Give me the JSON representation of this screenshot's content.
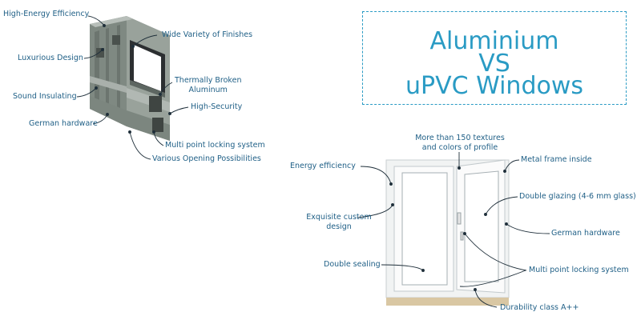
{
  "title": {
    "line1": "Aluminium",
    "line2": "VS",
    "line3": "uPVC Windows"
  },
  "aluminium_labels": {
    "high_energy": "High-Energy Efficiency",
    "finishes": "Wide Variety of Finishes",
    "luxurious": "Luxurious Design",
    "thermally_1": "Thermally Broken",
    "thermally_2": "Aluminum",
    "sound": "Sound Insulating",
    "security": "High-Security",
    "german": "German hardware",
    "multipoint": "Multi point locking system",
    "opening": "Various Opening Possibilities"
  },
  "upvc_labels": {
    "textures_1": "More than 150 textures",
    "textures_2": "and colors of profile",
    "energy": "Energy efficiency",
    "metal": "Metal frame inside",
    "double_glazing": "Double glazing (4-6 mm glass)",
    "exquisite_1": "Exquisite custom",
    "exquisite_2": "design",
    "german": "German hardware",
    "sealing": "Double sealing",
    "multipoint": "Multi point locking system",
    "durability": "Durability class A++"
  },
  "colors": {
    "accent": "#2a9bc4",
    "label_text": "#1f5f86",
    "aluminium_profile": "#8c958e"
  }
}
